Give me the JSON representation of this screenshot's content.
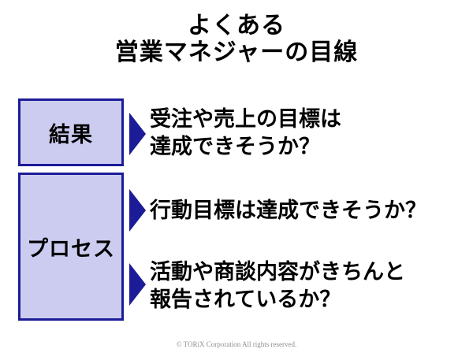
{
  "title": {
    "line1": "よくある",
    "line2": "営業マネジャーの目線"
  },
  "boxes": [
    {
      "label": "結果"
    },
    {
      "label": "プロセス"
    }
  ],
  "points": [
    {
      "lines": [
        "受注や売上の目標は",
        "達成できそうか？"
      ]
    },
    {
      "lines": [
        "行動目標は達成できそうか？"
      ]
    },
    {
      "lines": [
        "活動や商談内容がきちんと",
        "報告されているか？"
      ]
    }
  ],
  "footer": {
    "copyright": "© TORiX Corporation All rights reserved."
  },
  "colors": {
    "background": "#ffffff",
    "box_fill": "#ccccf0",
    "box_border": "#1c1c99",
    "arrow": "#1c1c99",
    "text": "#000000",
    "footer_text": "#8f8f8f"
  }
}
